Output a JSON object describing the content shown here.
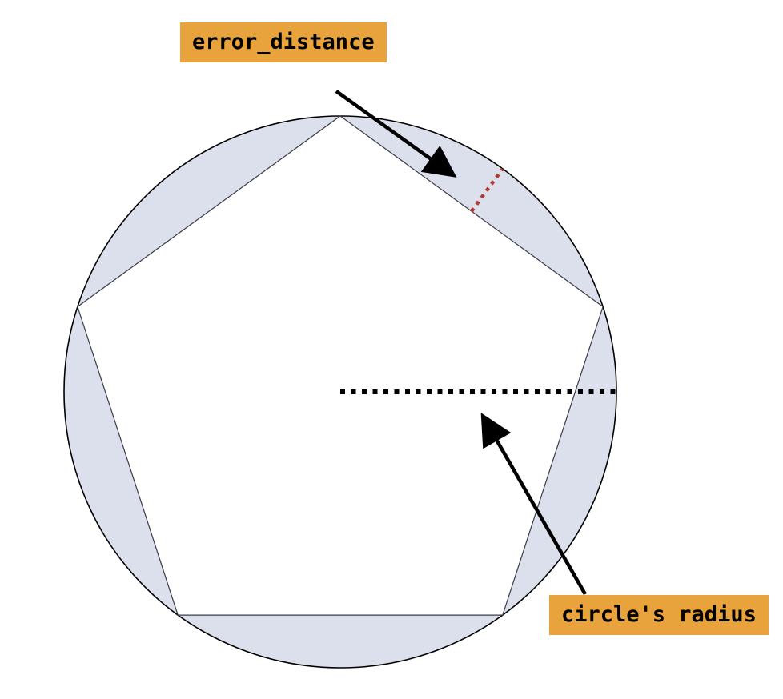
{
  "page": {
    "background": "#ffffff"
  },
  "colors": {
    "page-bg": "#ffffff",
    "label-bg": "#e8a33d",
    "label-text": "#000000",
    "segment-fill": "#dbe0ec",
    "circle-stroke": "#000000",
    "pentagon-stroke": "#3a3a45",
    "error-line": "#b23a31",
    "radius-line": "#000000",
    "arrow-color": "#000000"
  },
  "annotations": {
    "error_label": "error_distance",
    "radius_label": "circle's radius"
  },
  "figure": {
    "description": "Circle with inscribed regular pentagon; shaded circular segments between pentagon edges and circle; red dashed segment marks error_distance between edge midpoint and circle; black dotted horizontal segment marks circle's radius from center to circle edge"
  }
}
